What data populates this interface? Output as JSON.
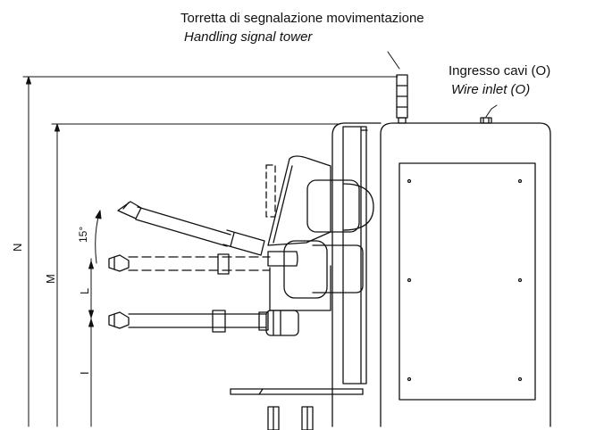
{
  "labels": {
    "tower_it": "Torretta di segnalazione movimentazione",
    "tower_en": "Handling signal tower",
    "wire_it": "Ingresso cavi (O)",
    "wire_en": "Wire inlet (O)"
  },
  "dimensions": {
    "n": "N",
    "m": "M",
    "l": "L",
    "i": "I",
    "angle": "15°"
  },
  "colors": {
    "line": "#111111",
    "background": "#ffffff"
  }
}
